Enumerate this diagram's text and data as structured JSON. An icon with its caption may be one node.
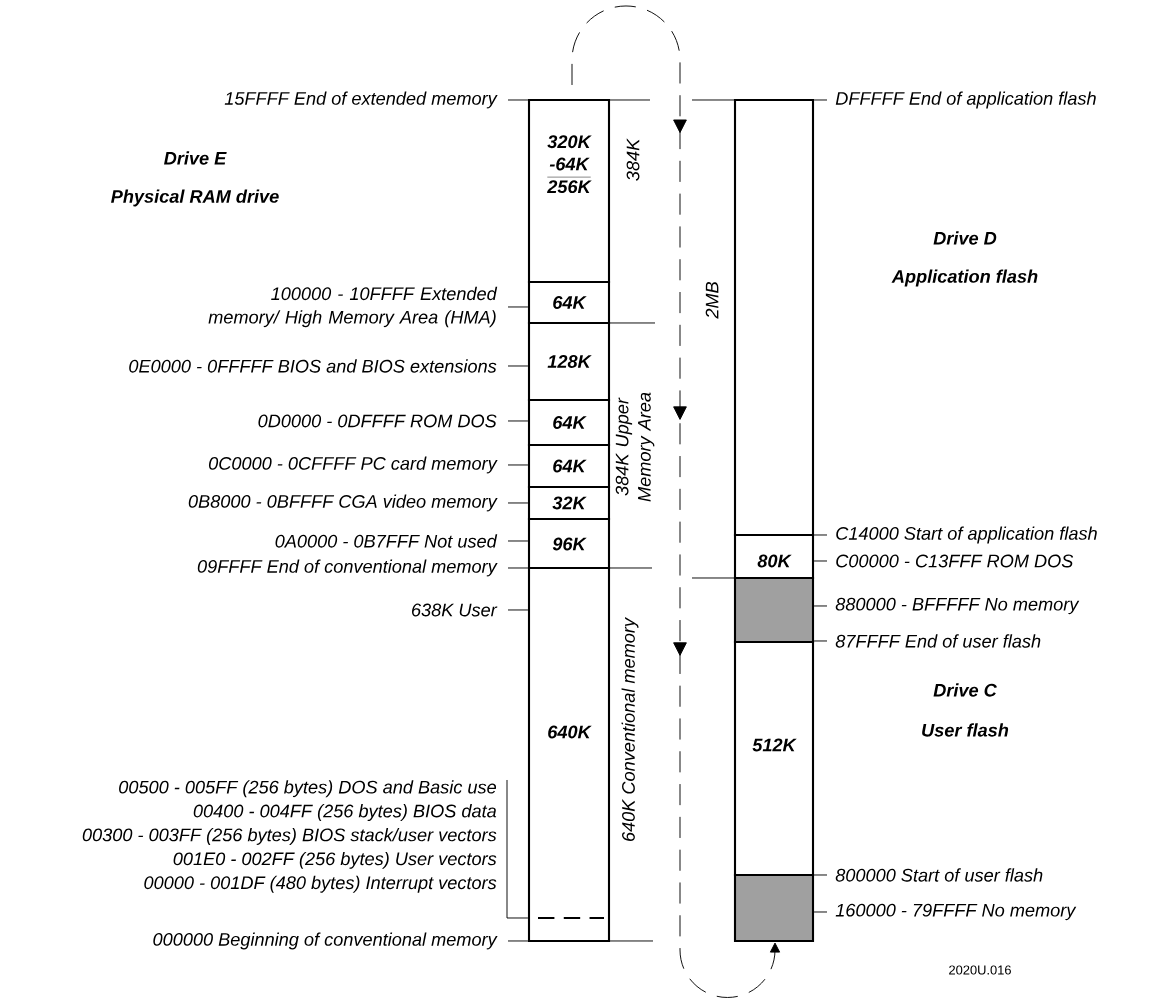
{
  "diagram": {
    "nodes": [
      {
        "text": [
          "320K",
          "-64K",
          "256K"
        ]
      },
      {
        "text": [
          "64K"
        ]
      },
      {
        "text": [
          "128K"
        ]
      },
      {
        "text": [
          "64K"
        ]
      },
      {
        "text": [
          "64K"
        ]
      },
      {
        "text": [
          "32K"
        ]
      },
      {
        "text": [
          "96K"
        ]
      },
      {
        "text": [
          "640K"
        ]
      },
      {
        "text": [],
        "shape": "box"
      },
      {
        "text": [
          "80K"
        ]
      },
      {
        "text": [],
        "shape": "box"
      },
      {
        "text": [
          "512K"
        ]
      },
      {
        "text": [],
        "shape": "box"
      },
      {
        "text": [
          "15FFFF End of extended memory"
        ]
      },
      {
        "text": [
          "100000 - 10FFFF Extended memory/ High Memory Area (HMA)"
        ]
      },
      {
        "text": [
          "0E0000 - 0FFFFF BIOS and BIOS extensions"
        ]
      },
      {
        "text": [
          "0D0000 - 0DFFFF ROM DOS"
        ]
      },
      {
        "text": [
          "0C0000 - 0CFFFF PC card memory"
        ]
      },
      {
        "text": [
          "0B8000 - 0BFFFF CGA video memory"
        ]
      },
      {
        "text": [
          "0A0000 - 0B7FFF Not used"
        ]
      },
      {
        "text": [
          "09FFFF End of conventional memory"
        ]
      },
      {
        "text": [
          "638K User"
        ]
      },
      {
        "text": [
          "00500 - 005FF (256 bytes) DOS and Basic use",
          "00400 - 004FF (256 bytes) BIOS data",
          "00300 - 003FF (256 bytes) BIOS stack/user vectors",
          "001E0 - 002FF (256 bytes) User vectors",
          "00000 - 001DF (480 bytes) Interrupt vectors"
        ]
      },
      {
        "text": [
          "000000 Beginning of conventional memory"
        ]
      },
      {
        "text": [
          "DFFFFF End of application flash"
        ]
      },
      {
        "text": [
          "C14000 Start of application flash"
        ]
      },
      {
        "text": [
          "C00000 - C13FFF ROM DOS"
        ]
      },
      {
        "text": [
          "880000 - BFFFFF No memory"
        ]
      },
      {
        "text": [
          "87FFFF End of user flash"
        ]
      },
      {
        "text": [
          "800000 Start of user flash"
        ]
      },
      {
        "text": [
          "160000 - 79FFFF No memory"
        ]
      }
    ],
    "edges": [
      {
        "from": 13,
        "to": 0,
        "arrow": "none"
      },
      {
        "from": 14,
        "to": 1,
        "arrow": "none"
      },
      {
        "from": 15,
        "to": 2,
        "arrow": "none"
      },
      {
        "from": 16,
        "to": 3,
        "arrow": "none"
      },
      {
        "from": 17,
        "to": 4,
        "arrow": "none"
      },
      {
        "from": 18,
        "to": 5,
        "arrow": "none"
      },
      {
        "from": 19,
        "to": 6,
        "arrow": "none"
      },
      {
        "from": 20,
        "to": 6,
        "arrow": "none"
      },
      {
        "from": 21,
        "to": 7,
        "arrow": "none"
      },
      {
        "from": 22,
        "to": 7,
        "arrow": "none"
      },
      {
        "from": 23,
        "to": 7,
        "arrow": "none"
      },
      {
        "from": 24,
        "to": 8,
        "arrow": "none"
      },
      {
        "from": 25,
        "to": 9,
        "arrow": "none"
      },
      {
        "from": 26,
        "to": 9,
        "arrow": "none"
      },
      {
        "from": 27,
        "to": 10,
        "arrow": "none"
      },
      {
        "from": 28,
        "to": 10,
        "arrow": "none"
      },
      {
        "from": 29,
        "to": 12,
        "arrow": "none"
      },
      {
        "from": 30,
        "to": 12,
        "arrow": "none"
      },
      {
        "from": null,
        "to": 12,
        "arrow": "to",
        "style": "dashed"
      }
    ],
    "labels": [
      "Drive E",
      "Physical RAM drive",
      "384K",
      "Drive D",
      "Application flash",
      "2MB",
      "384K Upper Memory Area",
      "640K Conventional memory",
      "Drive C",
      "User flash",
      "2020U.016"
    ]
  }
}
